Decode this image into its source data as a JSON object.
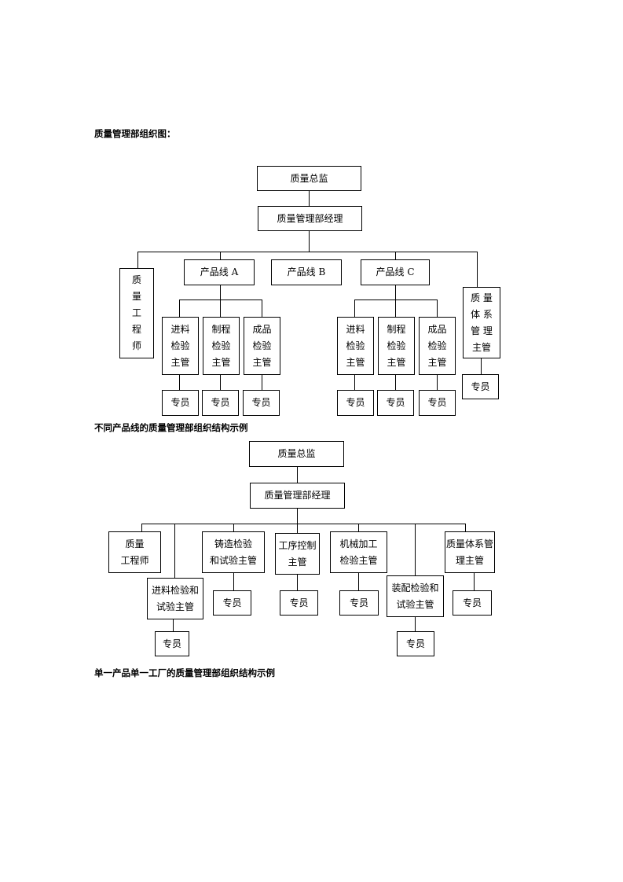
{
  "chart1": {
    "heading": "质量管理部组织图：",
    "caption": "不同产品线的质量管理部组织结构示例",
    "director": "质量总监",
    "manager": "质量管理部经理",
    "quality_engineer": [
      "质",
      "量",
      "工",
      "程",
      "师"
    ],
    "product_line_a": "产品线 A",
    "product_line_b": "产品线 B",
    "product_line_c": "产品线 C",
    "system_manager": [
      "质 量",
      "体 系",
      "管 理",
      "主管"
    ],
    "supervisors_a": [
      [
        "进料",
        "检验",
        "主管"
      ],
      [
        "制程",
        "检验",
        "主管"
      ],
      [
        "成品",
        "检验",
        "主管"
      ]
    ],
    "supervisors_c": [
      [
        "进料",
        "检验",
        "主管"
      ],
      [
        "制程",
        "检验",
        "主管"
      ],
      [
        "成品",
        "检验",
        "主管"
      ]
    ],
    "specialists_a": [
      "专员",
      "专员",
      "专员"
    ],
    "specialists_c": [
      "专员",
      "专员",
      "专员"
    ],
    "system_specialist": "专员"
  },
  "chart2": {
    "caption": "单一产品单一工厂的质量管理部组织结构示例",
    "director": "质量总监",
    "manager": "质量管理部经理",
    "quality_engineer": [
      "质量",
      "工程师"
    ],
    "incoming": [
      "进料检验和",
      "试验主管"
    ],
    "casting": [
      "铸造检验",
      "和试验主管"
    ],
    "process": [
      "工序控制",
      "主管"
    ],
    "machining": [
      "机械加工",
      "检验主管"
    ],
    "assembly": [
      "装配检验和",
      "试验主管"
    ],
    "system": [
      "质量体系管",
      "理主管"
    ],
    "specialists": [
      "专员",
      "专员",
      "专员",
      "专员",
      "专员",
      "专员"
    ]
  }
}
